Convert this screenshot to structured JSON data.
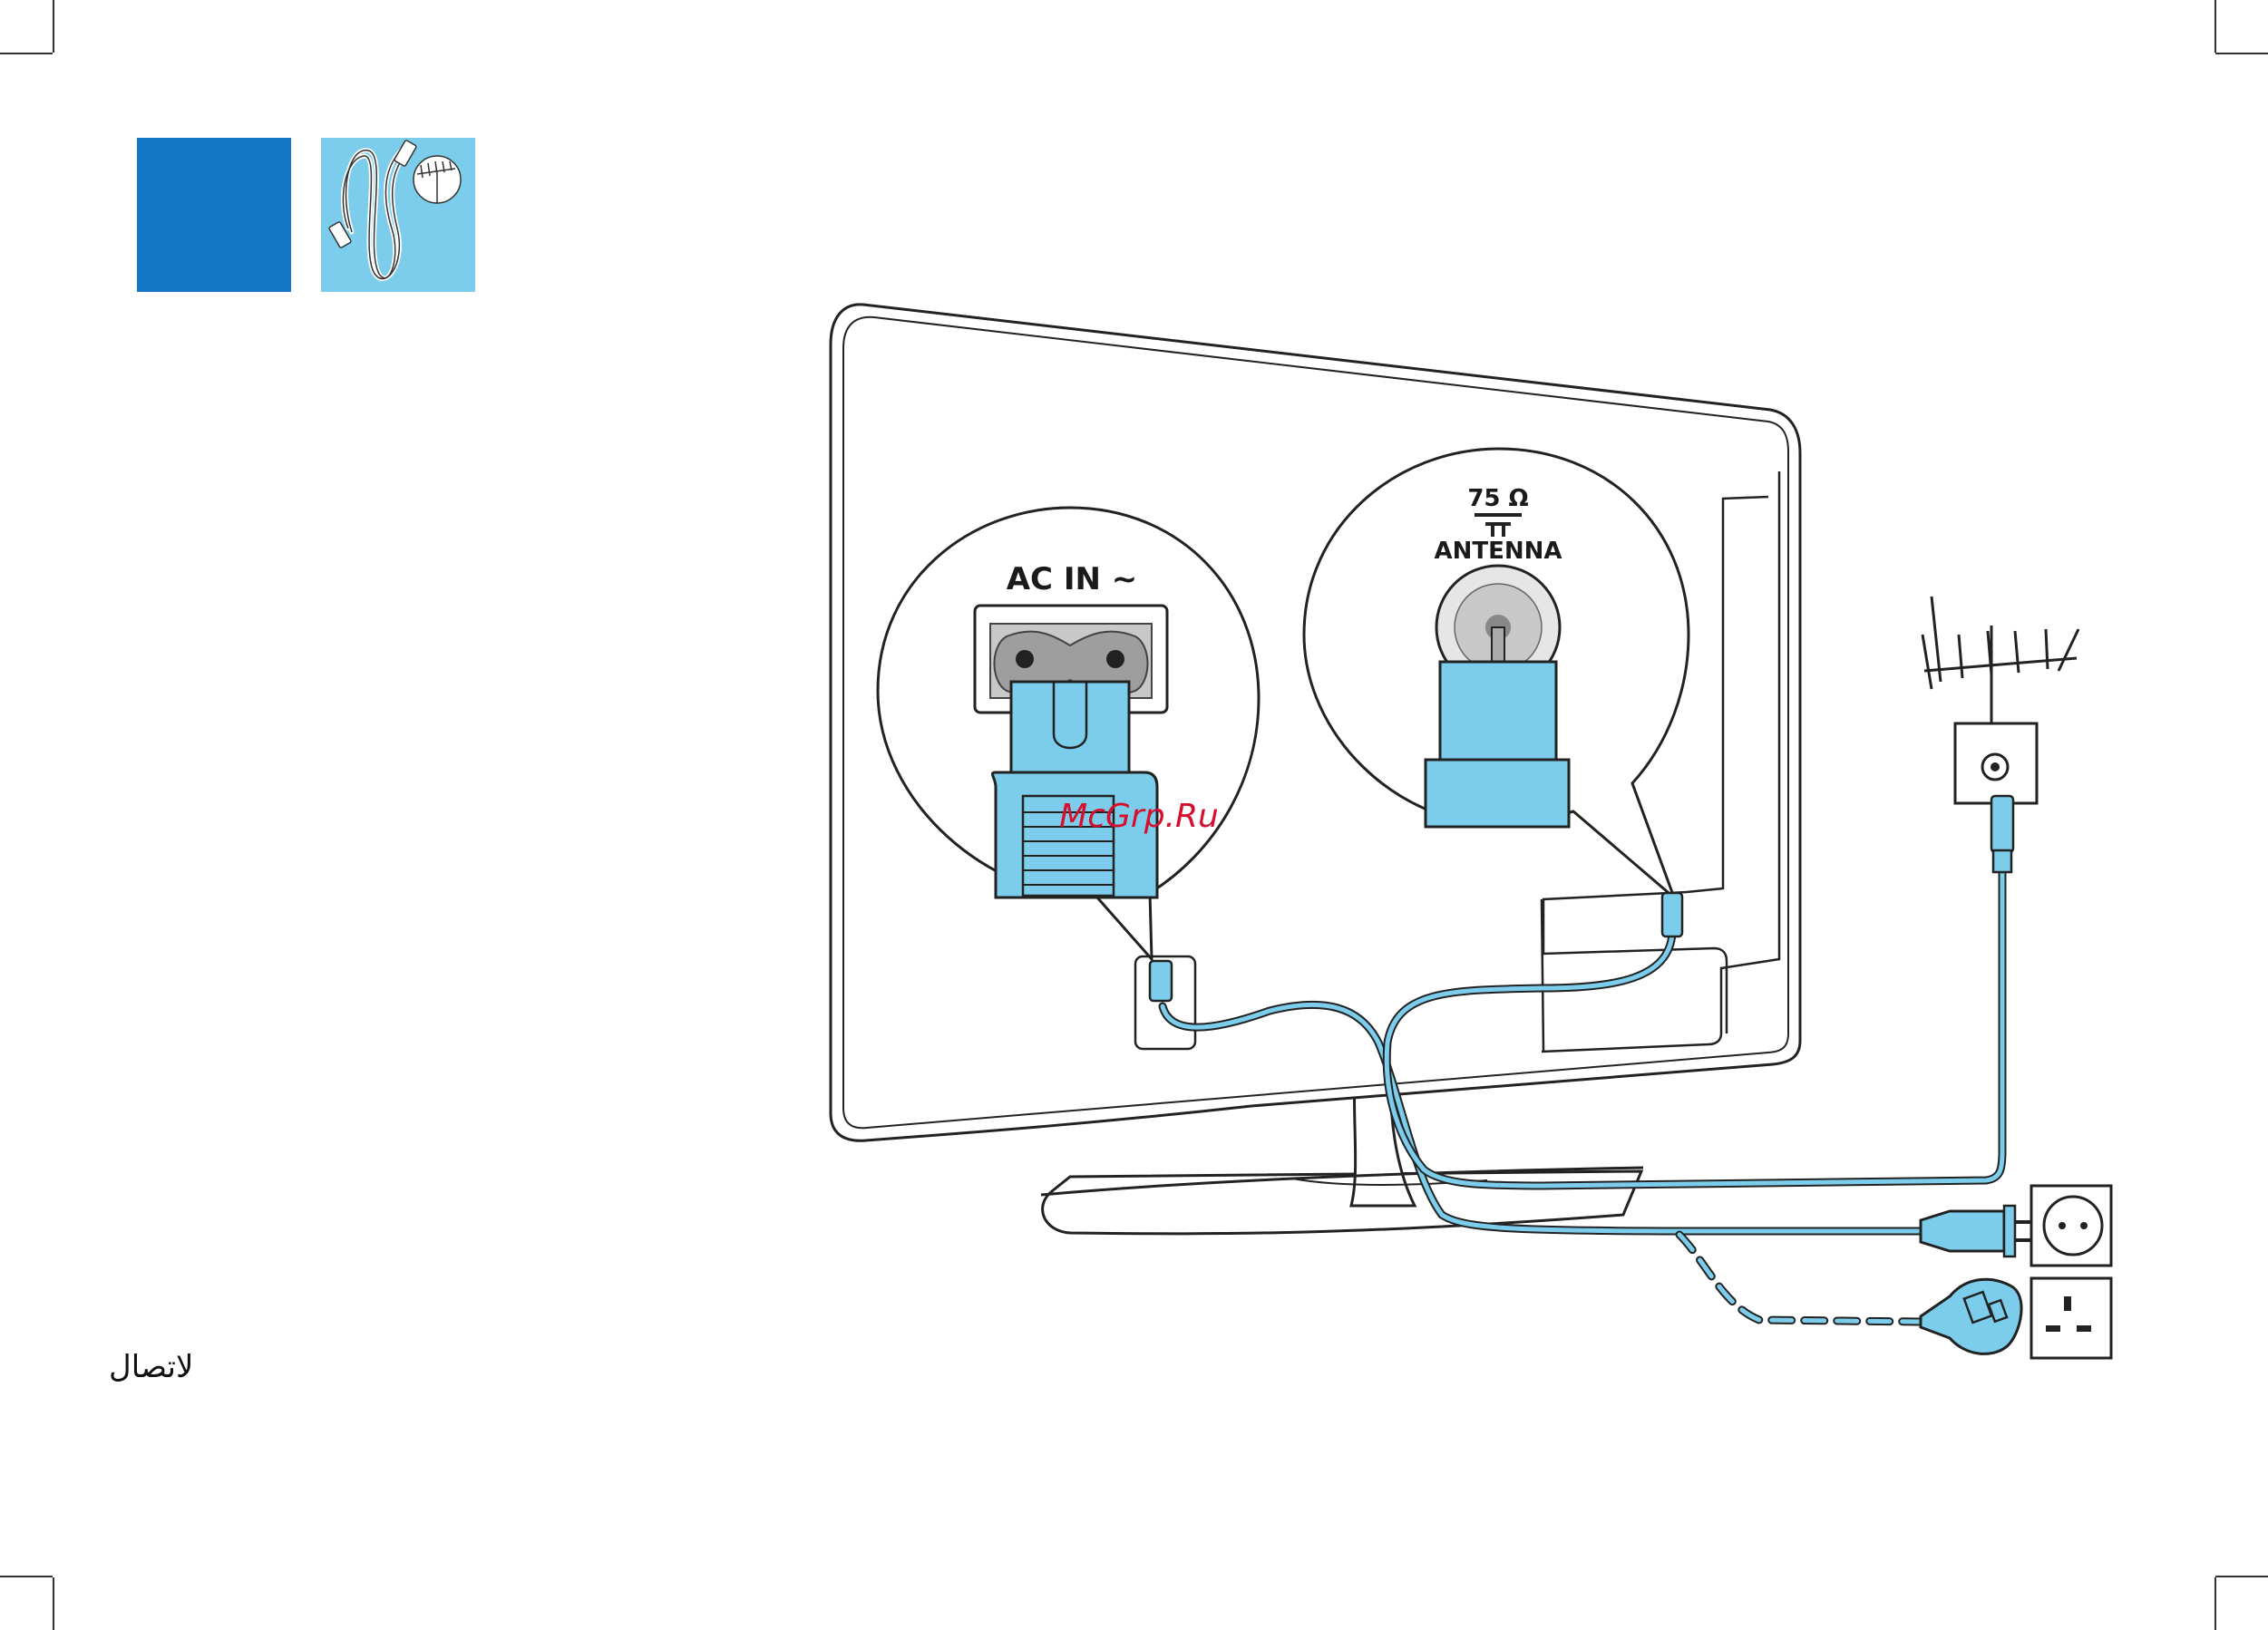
{
  "labels": {
    "ac_in": "AC IN ~",
    "ohm": "75 Ω",
    "antenna": "ANTENNA",
    "watermark": "McGrp.Ru",
    "arabic": "لاتصال"
  },
  "colors": {
    "brand_blue": "#1577c8",
    "cable_blue": "#7ccdeb",
    "cable_stroke": "#3a9cc4",
    "outline": "#222222",
    "socket_grey": "#c8c8c8",
    "watermark_red": "#d4102e"
  },
  "icons": {
    "cable_tile": "coax-cable-icon",
    "antenna_small": "antenna-icon"
  }
}
